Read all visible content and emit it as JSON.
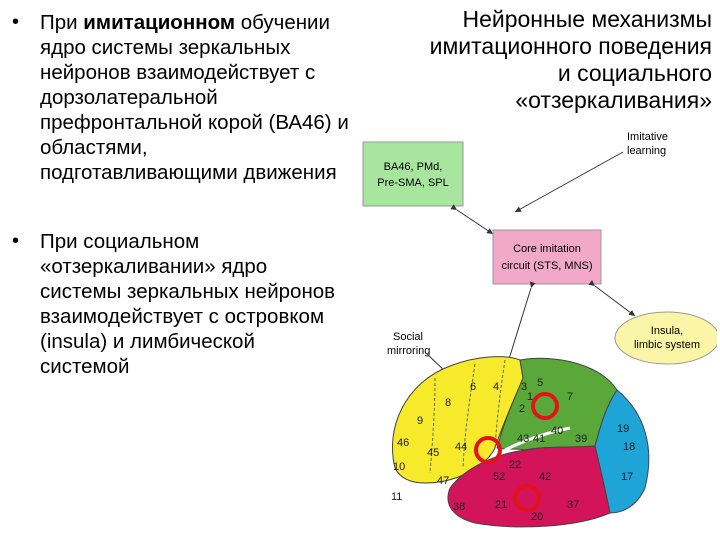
{
  "title": {
    "line1": "Нейронные механизмы",
    "line2": "имитационного поведения",
    "line3": "и социального",
    "line4": "«отзеркаливания»"
  },
  "bullets": [
    {
      "prefix": "При ",
      "bold": "имитационном",
      "rest": " обучении ядро системы зеркальных нейронов взаимодействует с дорзолатеральной префронтальной корой (ВА46) и областями, подготавливающими движения"
    },
    {
      "prefix": "При социальном «отзеркаливании» ядро системы зеркальных нейронов взаимодействует с островком (insula) и лимбической системой",
      "bold": "",
      "rest": ""
    }
  ],
  "diagram": {
    "box_frontal": {
      "line1": "BA46, PMd,",
      "line2": "Pre-SMA, SPL"
    },
    "box_core": {
      "line1": "Core imitation",
      "line2": "circuit (STS, MNS)"
    },
    "ellipse_insula": {
      "line1": "Insula,",
      "line2": "limbic system"
    },
    "label_imitative": {
      "line1": "Imitative",
      "line2": "learning"
    },
    "label_social": {
      "line1": "Social",
      "line2": "mirroring"
    },
    "areas": [
      "4",
      "6",
      "8",
      "9",
      "46",
      "10",
      "45",
      "44",
      "47",
      "11",
      "3",
      "1",
      "2",
      "5",
      "7",
      "40",
      "43",
      "41",
      "42",
      "22",
      "52",
      "21",
      "38",
      "39",
      "19",
      "18",
      "17",
      "37",
      "20"
    ],
    "colors": {
      "frontal_yellow": "#f7ea2a",
      "parietal_green": "#5aa83a",
      "occipital_blue": "#1fa4d8",
      "temporal_magenta": "#d4145a",
      "box_green": "#a8e6a0",
      "box_pink": "#f2a8c8",
      "ellipse_yellow": "#fbf5a8",
      "marker_red": "#e3121b"
    }
  }
}
